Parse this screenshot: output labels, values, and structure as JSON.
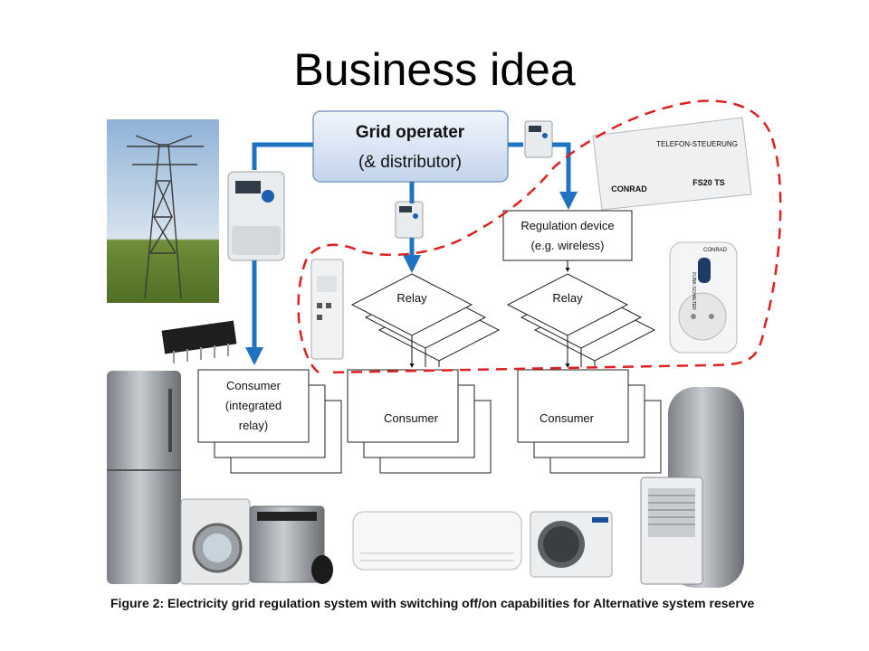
{
  "slide": {
    "title": "Business idea"
  },
  "diagram": {
    "grid_operator": {
      "line1": "Grid operater",
      "line2": "(& distributor)"
    },
    "regulation_device": {
      "line1": "Regulation device",
      "line2": "(e.g. wireless)"
    },
    "relay_left": {
      "label": "Relay"
    },
    "relay_right": {
      "label": "Relay"
    },
    "consumer_integrated": {
      "line1": "Consumer",
      "line2": "(integrated",
      "line3": "relay)"
    },
    "consumer_middle": {
      "label": "Consumer"
    },
    "consumer_right": {
      "label": "Consumer"
    },
    "device_labels": {
      "remote_brand": "CONRAD",
      "remote_model": "FS20 TS",
      "remote_title": "TELEFON-STEUERUNG",
      "socket_brand": "CONRAD",
      "socket_text": "FUNK-SCHALTER"
    },
    "colors": {
      "arrow": "#1f73c1",
      "boundary": "#e02020",
      "box_fill_top": "#eef3fb",
      "box_fill_bottom": "#c6d6ee"
    }
  },
  "caption": "Figure 2: Electricity  grid regulation system with switching off/on capabilities for Alternative system reserve"
}
